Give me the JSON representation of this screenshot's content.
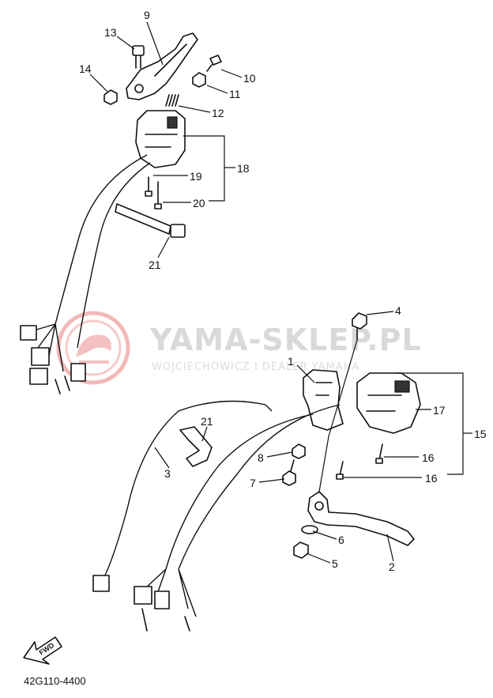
{
  "watermark": {
    "brand": "YAMA-SKLEP.PL",
    "dealer": "WOJCIECHOWICZ I DEALER YAMAHA"
  },
  "diagram_code": "42G110-4400",
  "fwd_label": "FWD",
  "callouts": [
    {
      "id": "9",
      "label": "9"
    },
    {
      "id": "13",
      "label": "13"
    },
    {
      "id": "14",
      "label": "14"
    },
    {
      "id": "10",
      "label": "10"
    },
    {
      "id": "11",
      "label": "11"
    },
    {
      "id": "12",
      "label": "12"
    },
    {
      "id": "18",
      "label": "18"
    },
    {
      "id": "19",
      "label": "19"
    },
    {
      "id": "20",
      "label": "20"
    },
    {
      "id": "21a",
      "label": "21"
    },
    {
      "id": "4",
      "label": "4"
    },
    {
      "id": "1",
      "label": "1"
    },
    {
      "id": "17",
      "label": "17"
    },
    {
      "id": "15",
      "label": "15"
    },
    {
      "id": "21b",
      "label": "21"
    },
    {
      "id": "3",
      "label": "3"
    },
    {
      "id": "8",
      "label": "8"
    },
    {
      "id": "16a",
      "label": "16"
    },
    {
      "id": "7",
      "label": "7"
    },
    {
      "id": "16b",
      "label": "16"
    },
    {
      "id": "6",
      "label": "6"
    },
    {
      "id": "5",
      "label": "5"
    },
    {
      "id": "2",
      "label": "2"
    }
  ],
  "colors": {
    "line": "#111111",
    "watermark_text": "#d9d9d9",
    "watermark_logo": "#f2b8b8"
  }
}
